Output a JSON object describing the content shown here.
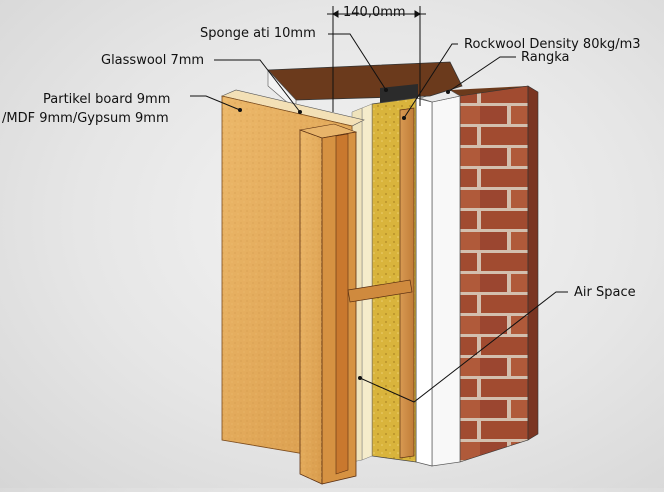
{
  "dimension": {
    "text": "140,0mm"
  },
  "labels": {
    "sponge": "Sponge ati 10mm",
    "glasswool": "Glasswool 7mm",
    "partikel_line1": "Partikel board 9mm",
    "partikel_line2": "/MDF 9mm/Gypsum 9mm",
    "rockwool": "Rockwool Density  80kg/m3",
    "rangka": "Rangka",
    "air_space": "Air Space"
  },
  "colors": {
    "board": "#e4ac5c",
    "board_edge": "#b9772f",
    "stud": "#cf9048",
    "stud_dark": "#a45c22",
    "rockwool": "#d7b13a",
    "glasswool": "#f2e7c2",
    "plaster": "#f7f7f7",
    "brick": "#a34c32",
    "mortar": "#d5c2b2",
    "frame_top": "#6b3a1c"
  }
}
